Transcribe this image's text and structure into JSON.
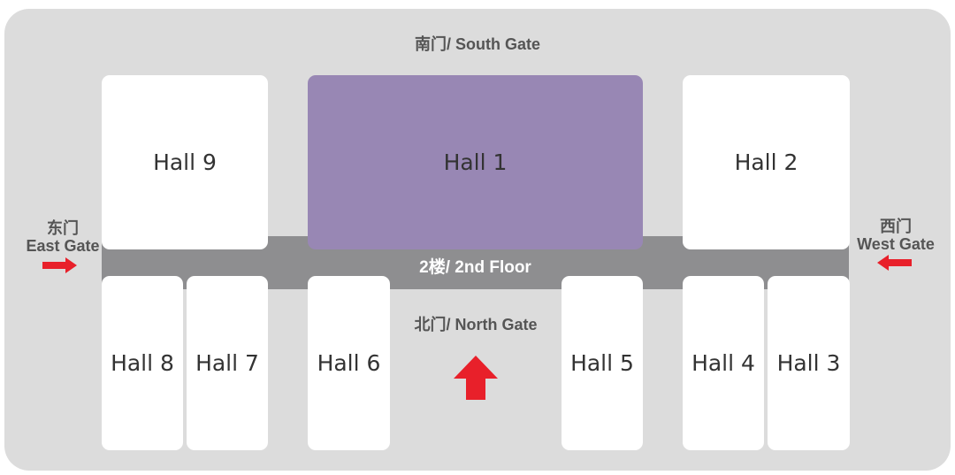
{
  "gates": {
    "south": "南门/ South Gate",
    "north": "北门/ North Gate",
    "east_cn": "东门",
    "east_en": "East Gate",
    "west_cn": "西门",
    "west_en": "West Gate"
  },
  "corridor": {
    "label": "2楼/ 2nd Floor"
  },
  "halls": {
    "h1": "Hall 1",
    "h2": "Hall 2",
    "h3": "Hall 3",
    "h4": "Hall 4",
    "h5": "Hall 5",
    "h6": "Hall 6",
    "h7": "Hall 7",
    "h8": "Hall 8",
    "h9": "Hall 9"
  },
  "colors": {
    "site": "#dcdcdc",
    "corridor": "#8e8e90",
    "hall": "#ffffff",
    "hall_featured": "#9887b4",
    "arrow": "#e8202a"
  },
  "icons": {
    "north": "arrow-up-icon",
    "east": "arrow-right-icon",
    "west": "arrow-left-icon"
  }
}
